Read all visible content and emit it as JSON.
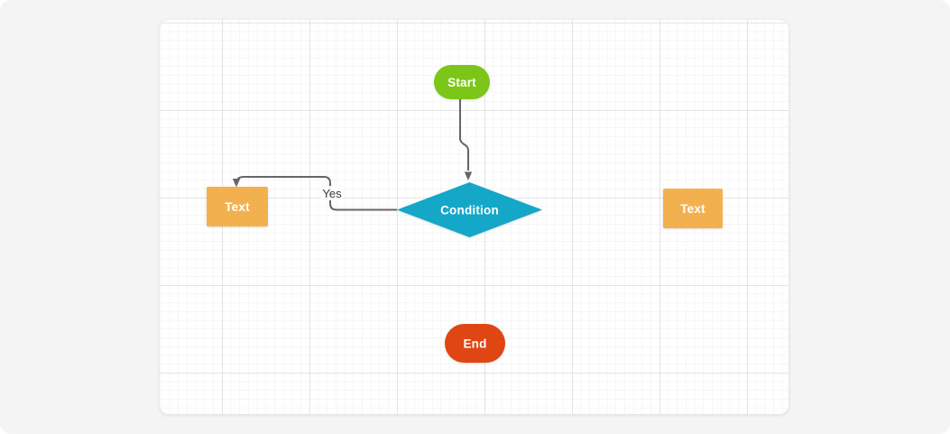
{
  "page": {
    "background_color": "#f4f4f5"
  },
  "canvas": {
    "background_color": "#ffffff",
    "grid_minor_color": "#ededed",
    "grid_major_color": "#c9c9c9"
  },
  "diagram": {
    "edge_color": "#666666",
    "nodes": [
      {
        "id": "start",
        "type": "terminal",
        "label": "Start",
        "fill": "#7bc618",
        "text_color": "#ffffff"
      },
      {
        "id": "condition",
        "type": "decision",
        "label": "Condition",
        "fill": "#14a7c8",
        "text_color": "#ffffff"
      },
      {
        "id": "text-left",
        "type": "process",
        "label": "Text",
        "fill": "#f2b14e",
        "text_color": "#ffffff"
      },
      {
        "id": "text-right",
        "type": "process",
        "label": "Text",
        "fill": "#f2b14e",
        "text_color": "#ffffff"
      },
      {
        "id": "end",
        "type": "terminal",
        "label": "End",
        "fill": "#e04613",
        "text_color": "#ffffff"
      }
    ],
    "edges": [
      {
        "id": "start-to-condition",
        "from": "start",
        "to": "condition",
        "label": ""
      },
      {
        "id": "condition-to-text-left",
        "from": "condition",
        "to": "text-left",
        "label": "Yes"
      }
    ]
  }
}
